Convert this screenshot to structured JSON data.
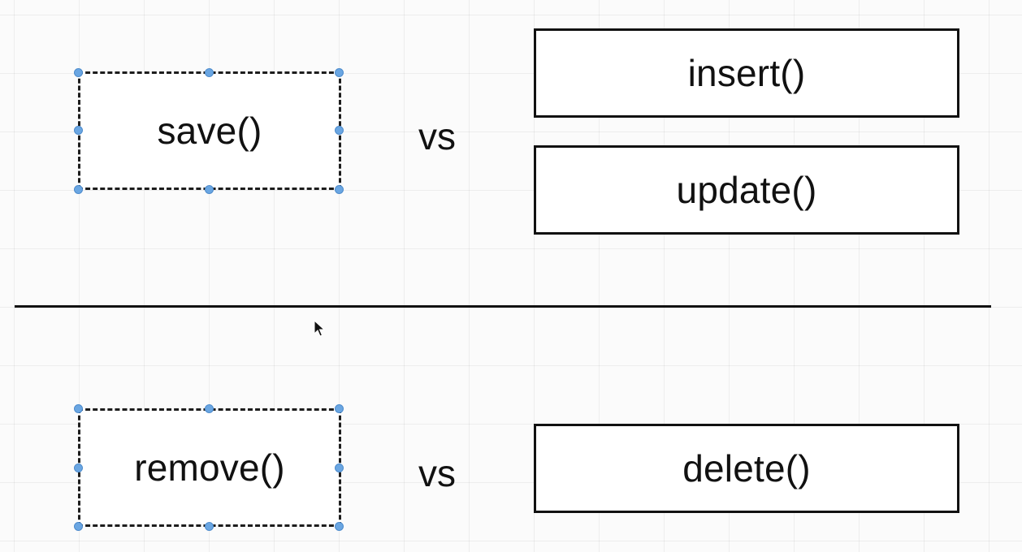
{
  "diagram": {
    "top_row": {
      "left_method": "save()",
      "vs_label": "vs",
      "right_methods": [
        "insert()",
        "update()"
      ]
    },
    "bottom_row": {
      "left_method": "remove()",
      "vs_label": "vs",
      "right_methods": [
        "delete()"
      ]
    }
  },
  "colors": {
    "stroke": "#111111",
    "selection_handle": "#6aa6e2",
    "background": "#fbfbfb"
  }
}
